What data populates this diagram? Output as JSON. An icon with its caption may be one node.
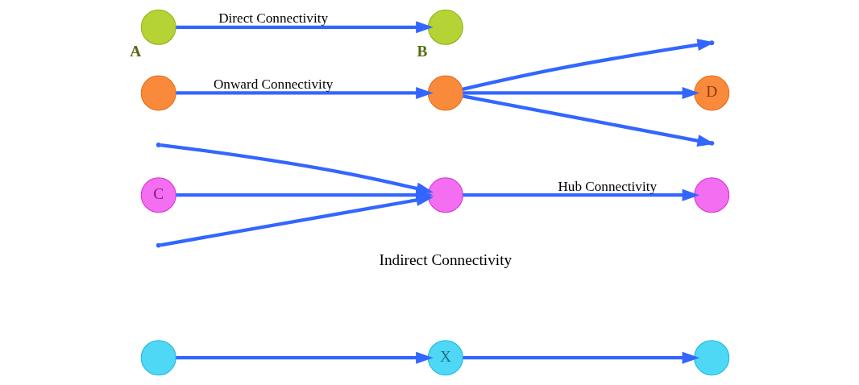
{
  "diagram": {
    "nodes": [
      {
        "text": [],
        "shape": "circle",
        "beside": [
          "A"
        ]
      },
      {
        "text": [],
        "shape": "circle",
        "beside": [
          "B"
        ]
      },
      {
        "text": [],
        "shape": "circle"
      },
      {
        "text": [
          "X"
        ]
      },
      {
        "text": [],
        "shape": "circle"
      },
      {
        "text": [],
        "shape": "circle"
      },
      {
        "text": [],
        "shape": "circle"
      },
      {
        "text": [
          "D"
        ]
      },
      {
        "text": [
          "C"
        ]
      },
      {
        "text": [],
        "shape": "circle"
      },
      {
        "text": [],
        "shape": "circle"
      }
    ],
    "edges": [
      {
        "from": 0,
        "to": 1,
        "arrow": "to",
        "label": "Direct Connectivity"
      },
      {
        "from": 2,
        "to": 3,
        "arrow": "to"
      },
      {
        "from": 3,
        "to": 4,
        "arrow": "to"
      },
      {
        "from": 5,
        "to": 6,
        "arrow": "to",
        "label": "Onward Connectivity"
      },
      {
        "from": 6,
        "to": null,
        "arrow": "to"
      },
      {
        "from": 6,
        "to": 7,
        "arrow": "to"
      },
      {
        "from": 6,
        "to": null,
        "arrow": "to"
      },
      {
        "from": null,
        "to": 9,
        "arrow": "to"
      },
      {
        "from": 8,
        "to": 9,
        "arrow": "to"
      },
      {
        "from": null,
        "to": 9,
        "arrow": "to"
      },
      {
        "from": 9,
        "to": 10,
        "arrow": "to",
        "label": "Hub Connectivity"
      }
    ],
    "labels": [
      "Indirect Connectivity"
    ]
  }
}
